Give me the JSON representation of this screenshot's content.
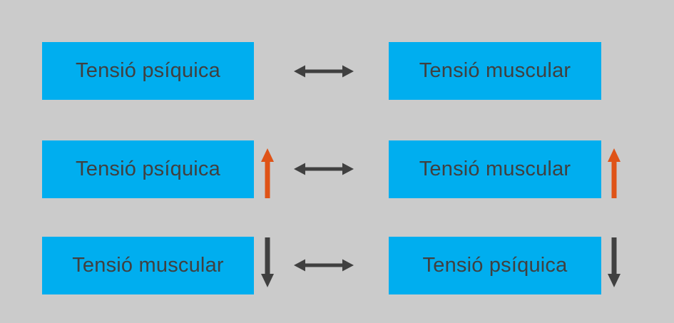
{
  "canvas": {
    "background": "#cbcbcb"
  },
  "colors": {
    "box_fill": "#00aeef",
    "label_text": "#404040",
    "relation_arrow": "#404040",
    "increase_arrow": "#df5317",
    "decrease_arrow": "#404040"
  },
  "icons": {
    "relation": "double-headed-arrow-icon",
    "increase": "up-arrow-icon",
    "decrease": "down-arrow-icon"
  },
  "rows": [
    {
      "left": {
        "label": "Tensió psíquica",
        "trend": null
      },
      "relation": "bidirectional",
      "right": {
        "label": "Tensió muscular",
        "trend": null
      }
    },
    {
      "left": {
        "label": "Tensió psíquica",
        "trend": "up"
      },
      "relation": "bidirectional",
      "right": {
        "label": "Tensió muscular",
        "trend": "up"
      }
    },
    {
      "left": {
        "label": "Tensió muscular",
        "trend": "down"
      },
      "relation": "bidirectional",
      "right": {
        "label": "Tensió psíquica",
        "trend": "down"
      }
    }
  ]
}
